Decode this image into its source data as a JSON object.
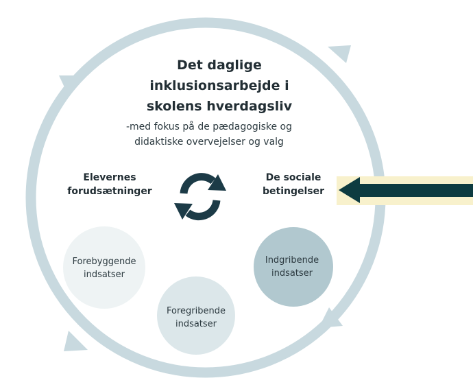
{
  "title_lines": [
    "Det daglige",
    "inklusionsarbejde i",
    "skolens hverdagsliv"
  ],
  "subtitle_lines": [
    "-med fokus på de pædagogiske og",
    "didaktiske overvejelser og valg"
  ],
  "left_label_lines": [
    "Elevernes",
    "forudsætninger"
  ],
  "right_label_lines": [
    "De sociale",
    "betingelser"
  ],
  "circles": [
    {
      "lines": [
        "Forebyggende",
        "indsatser"
      ],
      "color": "#eef3f4"
    },
    {
      "lines": [
        "Foregribende",
        "indsatser"
      ],
      "color": "#dce7ea"
    },
    {
      "lines": [
        "Indgribende",
        "indsatser"
      ],
      "color": "#b1c8cf"
    }
  ],
  "colors": {
    "ring": "#c8d9df",
    "cycle_icon": "#1c3b47",
    "pointer_arrow": "#0d3b40",
    "highlight": "#f8f1cc"
  },
  "icons": {
    "cycle": "refresh-cycle-icon",
    "pointer": "left-arrow-icon"
  }
}
